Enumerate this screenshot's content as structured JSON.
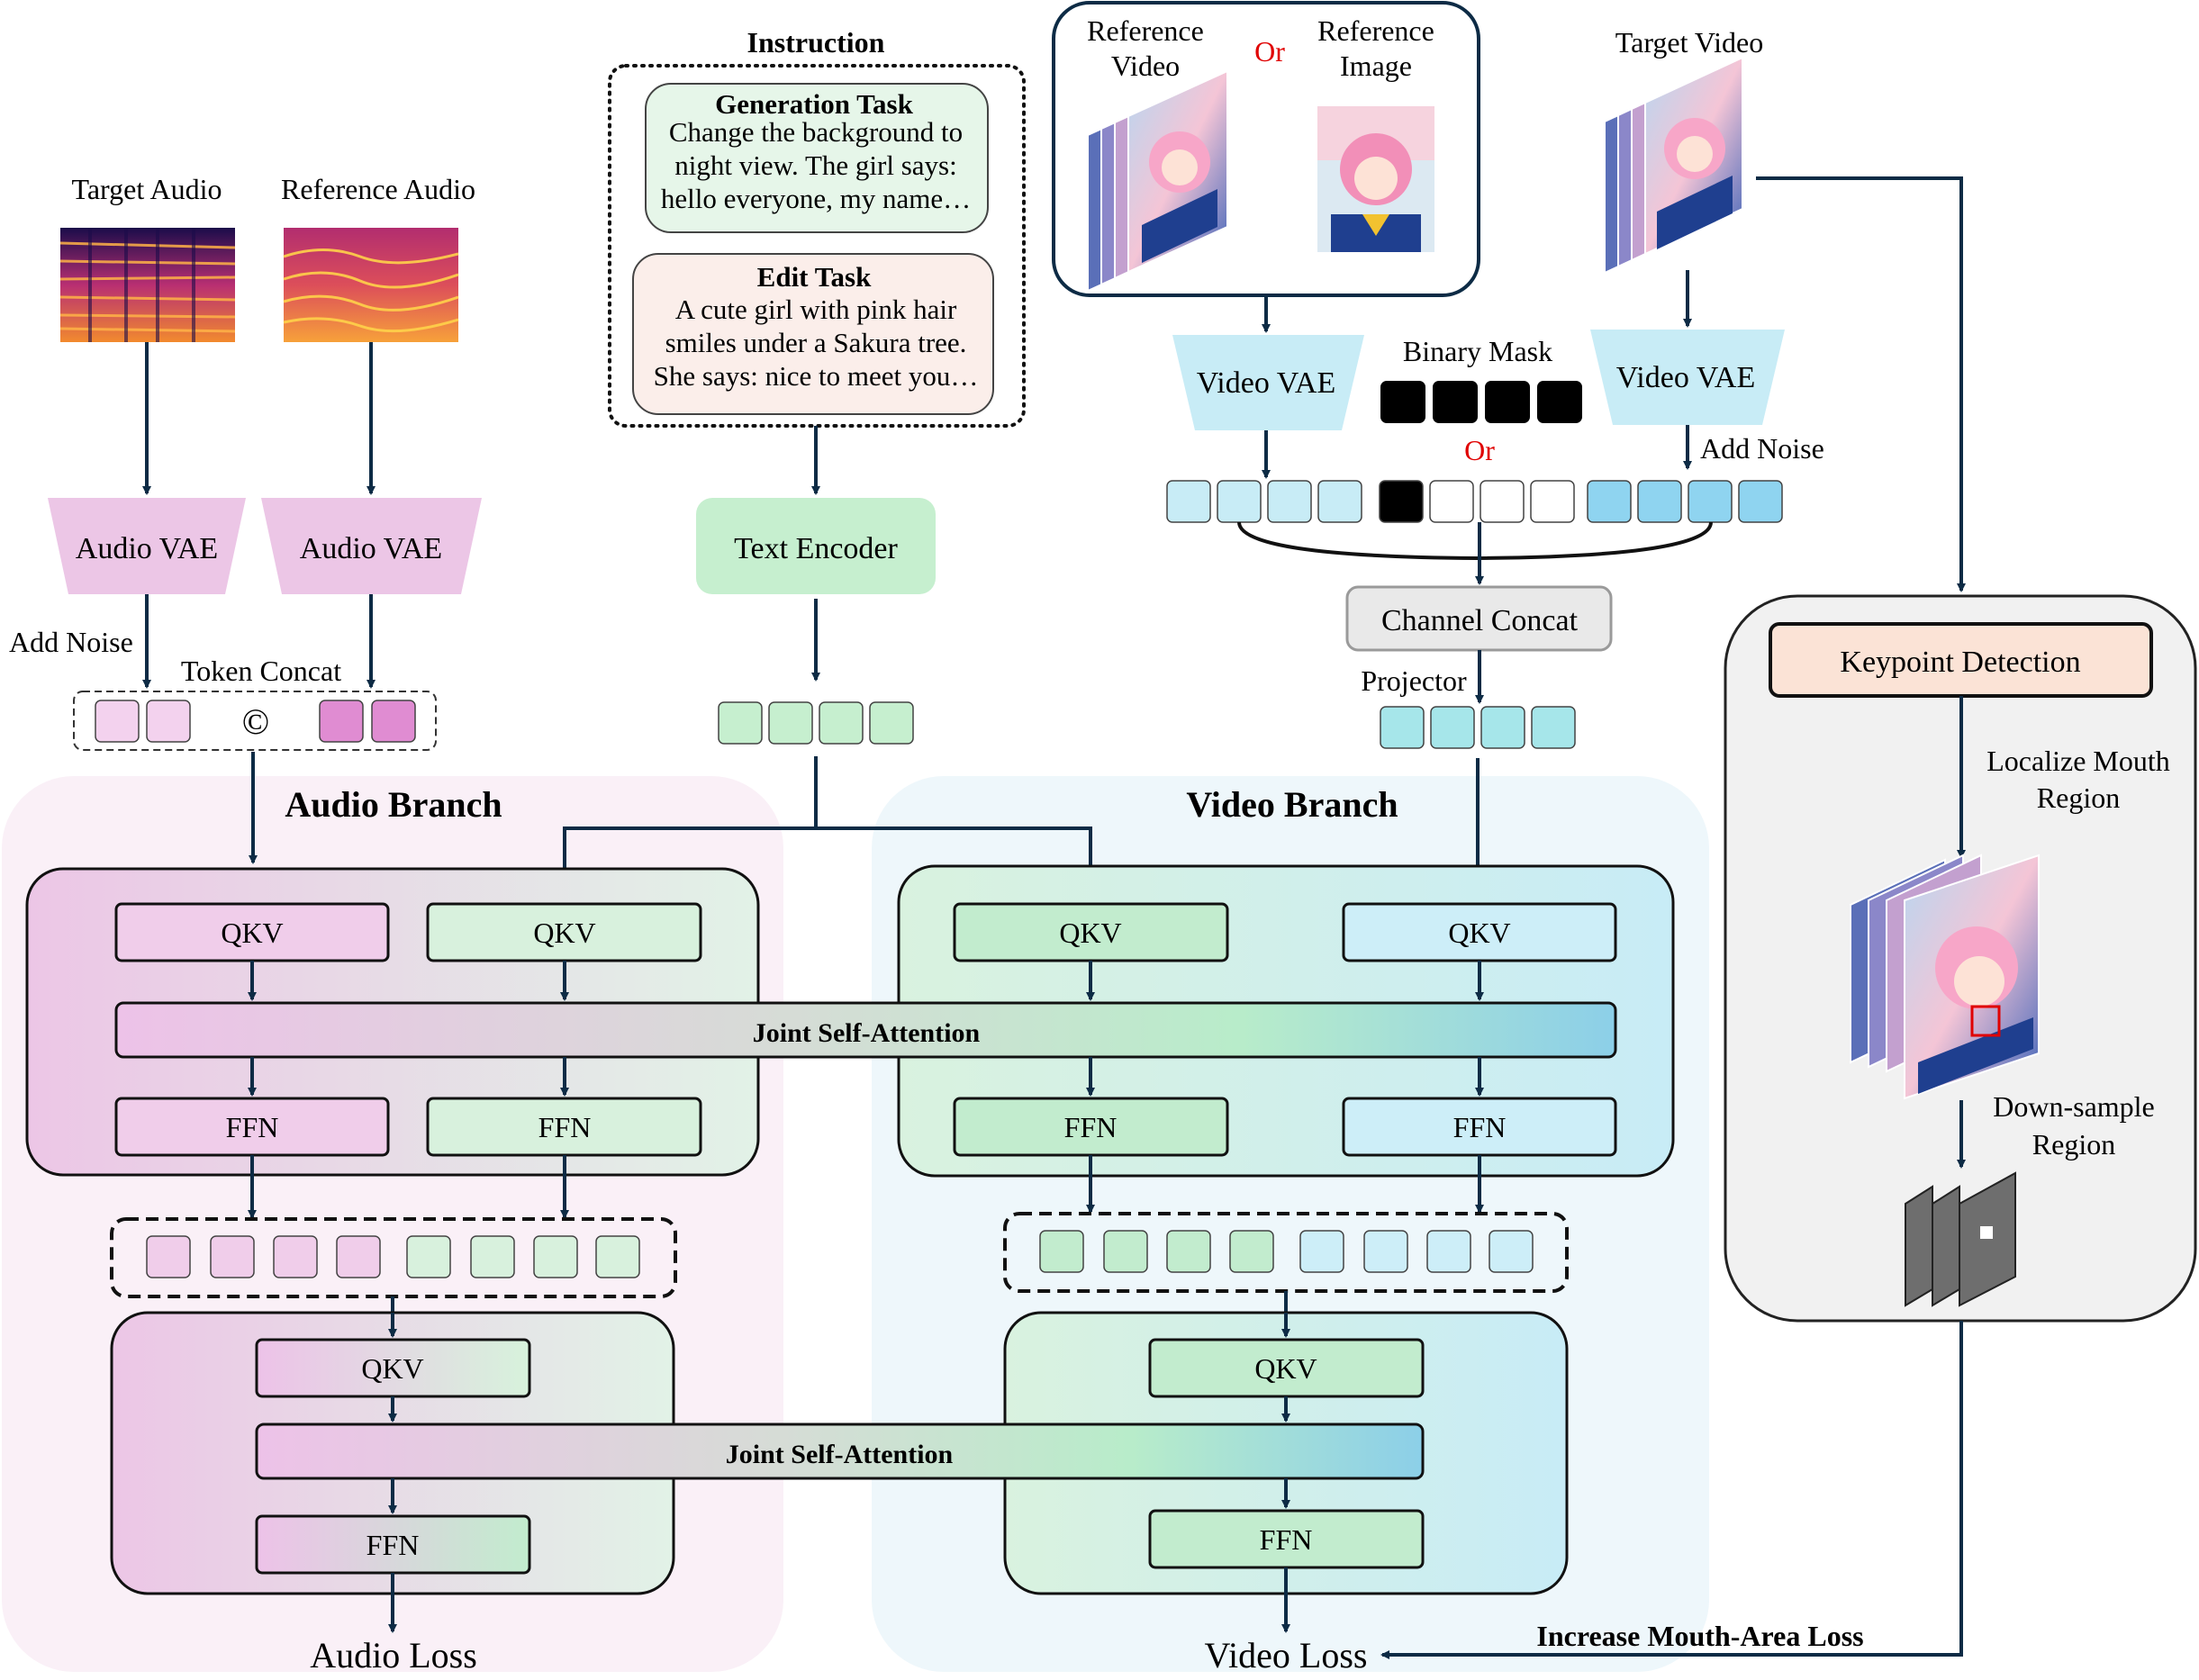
{
  "instruction": {
    "title": "Instruction",
    "generation": {
      "title": "Generation Task",
      "lines": [
        "Change the background to",
        "night view. The girl says:",
        "hello everyone, my name…"
      ]
    },
    "edit": {
      "title": "Edit Task",
      "lines": [
        "A cute girl with pink hair",
        "smiles under a Sakura tree.",
        "She says: nice to meet you…"
      ]
    }
  },
  "audio_top": {
    "target_audio": "Target Audio",
    "reference_audio": "Reference Audio",
    "vae": "Audio VAE",
    "add_noise": "Add Noise",
    "token_concat": "Token Concat",
    "concat_symbol": "©"
  },
  "text_encoder": "Text Encoder",
  "video_top": {
    "reference_video": [
      "Reference",
      "Video"
    ],
    "reference_image": [
      "Reference",
      "Image"
    ],
    "or": "Or",
    "target_video": "Target Video",
    "vae": "Video VAE",
    "binary_mask": "Binary Mask",
    "add_noise": "Add Noise",
    "channel_concat": "Channel Concat",
    "projector": "Projector"
  },
  "keypoint": {
    "detection": "Keypoint Detection",
    "localize": [
      "Localize Mouth",
      "Region"
    ],
    "downsample": [
      "Down-sample",
      "Region"
    ]
  },
  "branches": {
    "audio_title": "Audio Branch",
    "video_title": "Video Branch",
    "qkv": "QKV",
    "ffn": "FFN",
    "joint_attention": "Joint Self-Attention"
  },
  "losses": {
    "audio": "Audio Loss",
    "video": "Video Loss",
    "mouth": "Increase  Mouth-Area Loss"
  },
  "colors": {
    "arrow": "#0d2b45",
    "audio_pink": "#ecc6e6",
    "text_green": "#c6efcf",
    "video_blue": "#c8ecf6",
    "accent_red": "#e00000"
  }
}
